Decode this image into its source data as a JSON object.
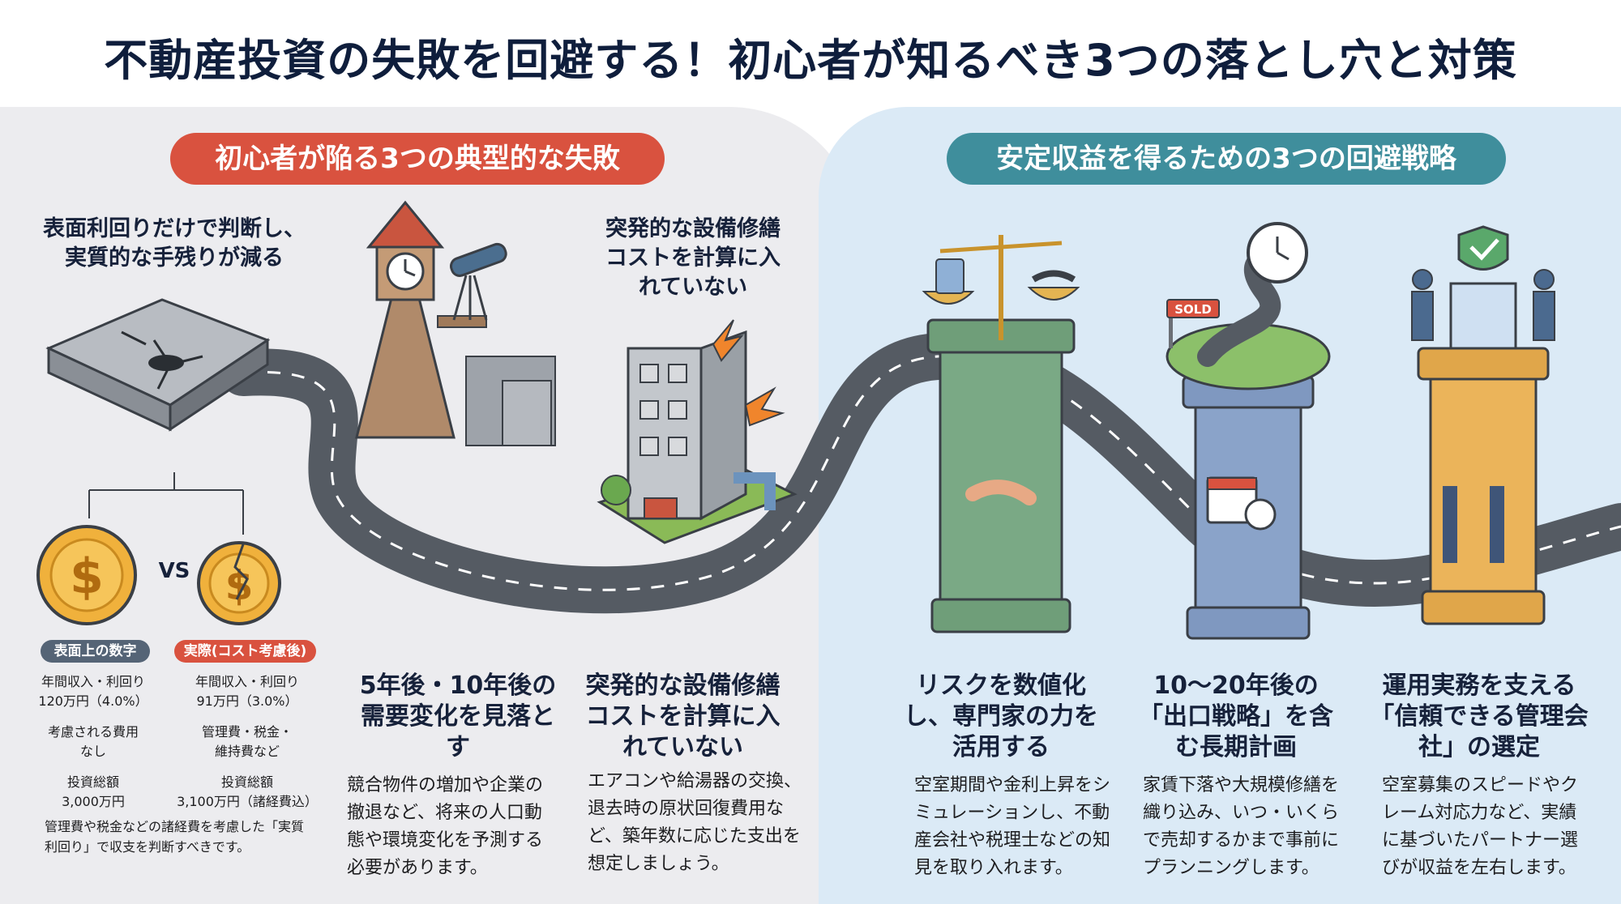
{
  "title": "不動産投資の失敗を回避する！初心者が知るべき3つの落とし穴と対策",
  "left_section": {
    "heading": "初心者が陥る3つの典型的な失敗",
    "callout_top_left": "表面利回りだけで判断し、実質的な手残りが減る",
    "callout_top_mid": "突発的な設備修繕コストを計算に入れていない",
    "vs_label": "VS",
    "sold_sign": "SOLD",
    "surface": {
      "tag": "表面上の数字",
      "income": "年間収入・利回り",
      "income_value": "120万円（4.0%）",
      "cost_label": "考慮される費用",
      "cost_value": "なし",
      "total_label": "投資総額",
      "total_value": "3,000万円"
    },
    "actual": {
      "tag": "実際(コスト考慮後)",
      "income": "年間収入・利回り",
      "income_value": "91万円（3.0%）",
      "cost_label": "管理費・税金・",
      "cost_value": "維持費など",
      "total_label": "投資総額",
      "total_value": "3,100万円（諸経費込）"
    },
    "note": "管理費や税金などの諸経費を考慮した「実質利回り」で収支を判断すべきです。",
    "fail2": {
      "title": "5年後・10年後の需要変化を見落とす",
      "body": "競合物件の増加や企業の撤退など、将来の人口動態や環境変化を予測する必要があります。"
    },
    "fail3": {
      "title": "突発的な設備修繕コストを計算に入れていない",
      "body": "エアコンや給湯器の交換、退去時の原状回復費用など、築年数に応じた支出を想定しましょう。"
    }
  },
  "right_section": {
    "heading": "安定収益を得るための3つの回避戦略",
    "strat1": {
      "title": "リスクを数値化し、専門家の力を活用する",
      "body": "空室期間や金利上昇をシミュレーションし、不動産会社や税理士などの知見を取り入れます。"
    },
    "strat2": {
      "title": "10〜20年後の「出口戦略」を含む長期計画",
      "body": "家賃下落や大規模修繕を織り込み、いつ・いくらで売却するかまで事前にプランニングします。"
    },
    "strat3": {
      "title": "運用実務を支える「信頼できる管理会社」の選定",
      "body": "空室募集のスピードやクレーム対応力など、実績に基づいたパートナー選びが収益を左右します。"
    }
  },
  "colors": {
    "accent_red": "#d9523f",
    "accent_teal": "#3f8e9c",
    "pillar_green": "#6f9e79",
    "pillar_blue": "#7f98c0",
    "pillar_gold": "#e0a64a"
  }
}
